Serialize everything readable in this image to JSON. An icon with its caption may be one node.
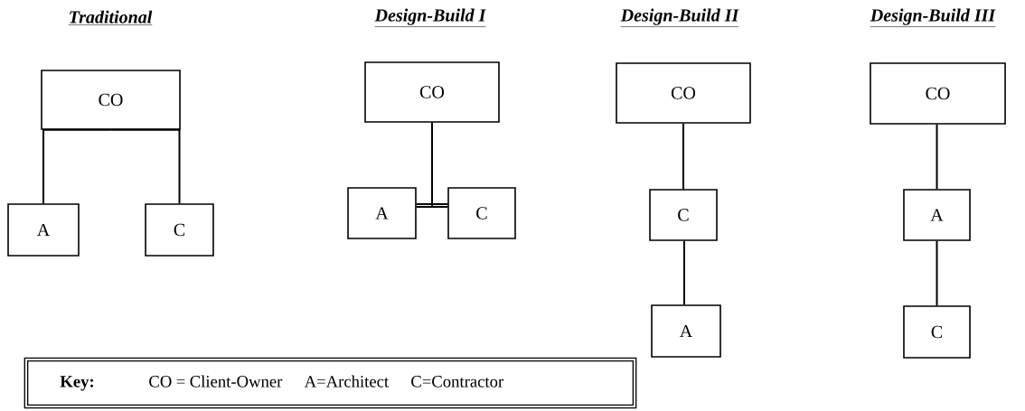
{
  "diagram": {
    "nodes": [
      {
        "text": [
          "CO"
        ]
      },
      {
        "text": [
          "A"
        ]
      },
      {
        "text": [
          "C"
        ]
      },
      {
        "text": [
          "CO"
        ]
      },
      {
        "text": [
          "A"
        ]
      },
      {
        "text": [
          "C"
        ]
      },
      {
        "text": [
          "CO"
        ]
      },
      {
        "text": [
          "C"
        ]
      },
      {
        "text": [
          "A"
        ]
      },
      {
        "text": [
          "CO"
        ]
      },
      {
        "text": [
          "A"
        ]
      },
      {
        "text": [
          "C"
        ]
      },
      {
        "text": [
          "Key:",
          "CO = Client-Owner",
          "A=Architect",
          "C=Contractor"
        ]
      }
    ],
    "edges": [
      {
        "from": 0,
        "to": 1,
        "arrow": "none"
      },
      {
        "from": 0,
        "to": 2,
        "arrow": "none"
      },
      {
        "from": 3,
        "to": 4,
        "arrow": "none"
      },
      {
        "from": 3,
        "to": 5,
        "arrow": "none"
      },
      {
        "from": 6,
        "to": 7,
        "arrow": "none"
      },
      {
        "from": 7,
        "to": 8,
        "arrow": "none"
      },
      {
        "from": 9,
        "to": 10,
        "arrow": "none"
      },
      {
        "from": 10,
        "to": 11,
        "arrow": "none"
      }
    ],
    "labels": [
      "Traditional",
      "Design-Build I",
      "Design-Build II",
      "Design-Build III"
    ]
  }
}
